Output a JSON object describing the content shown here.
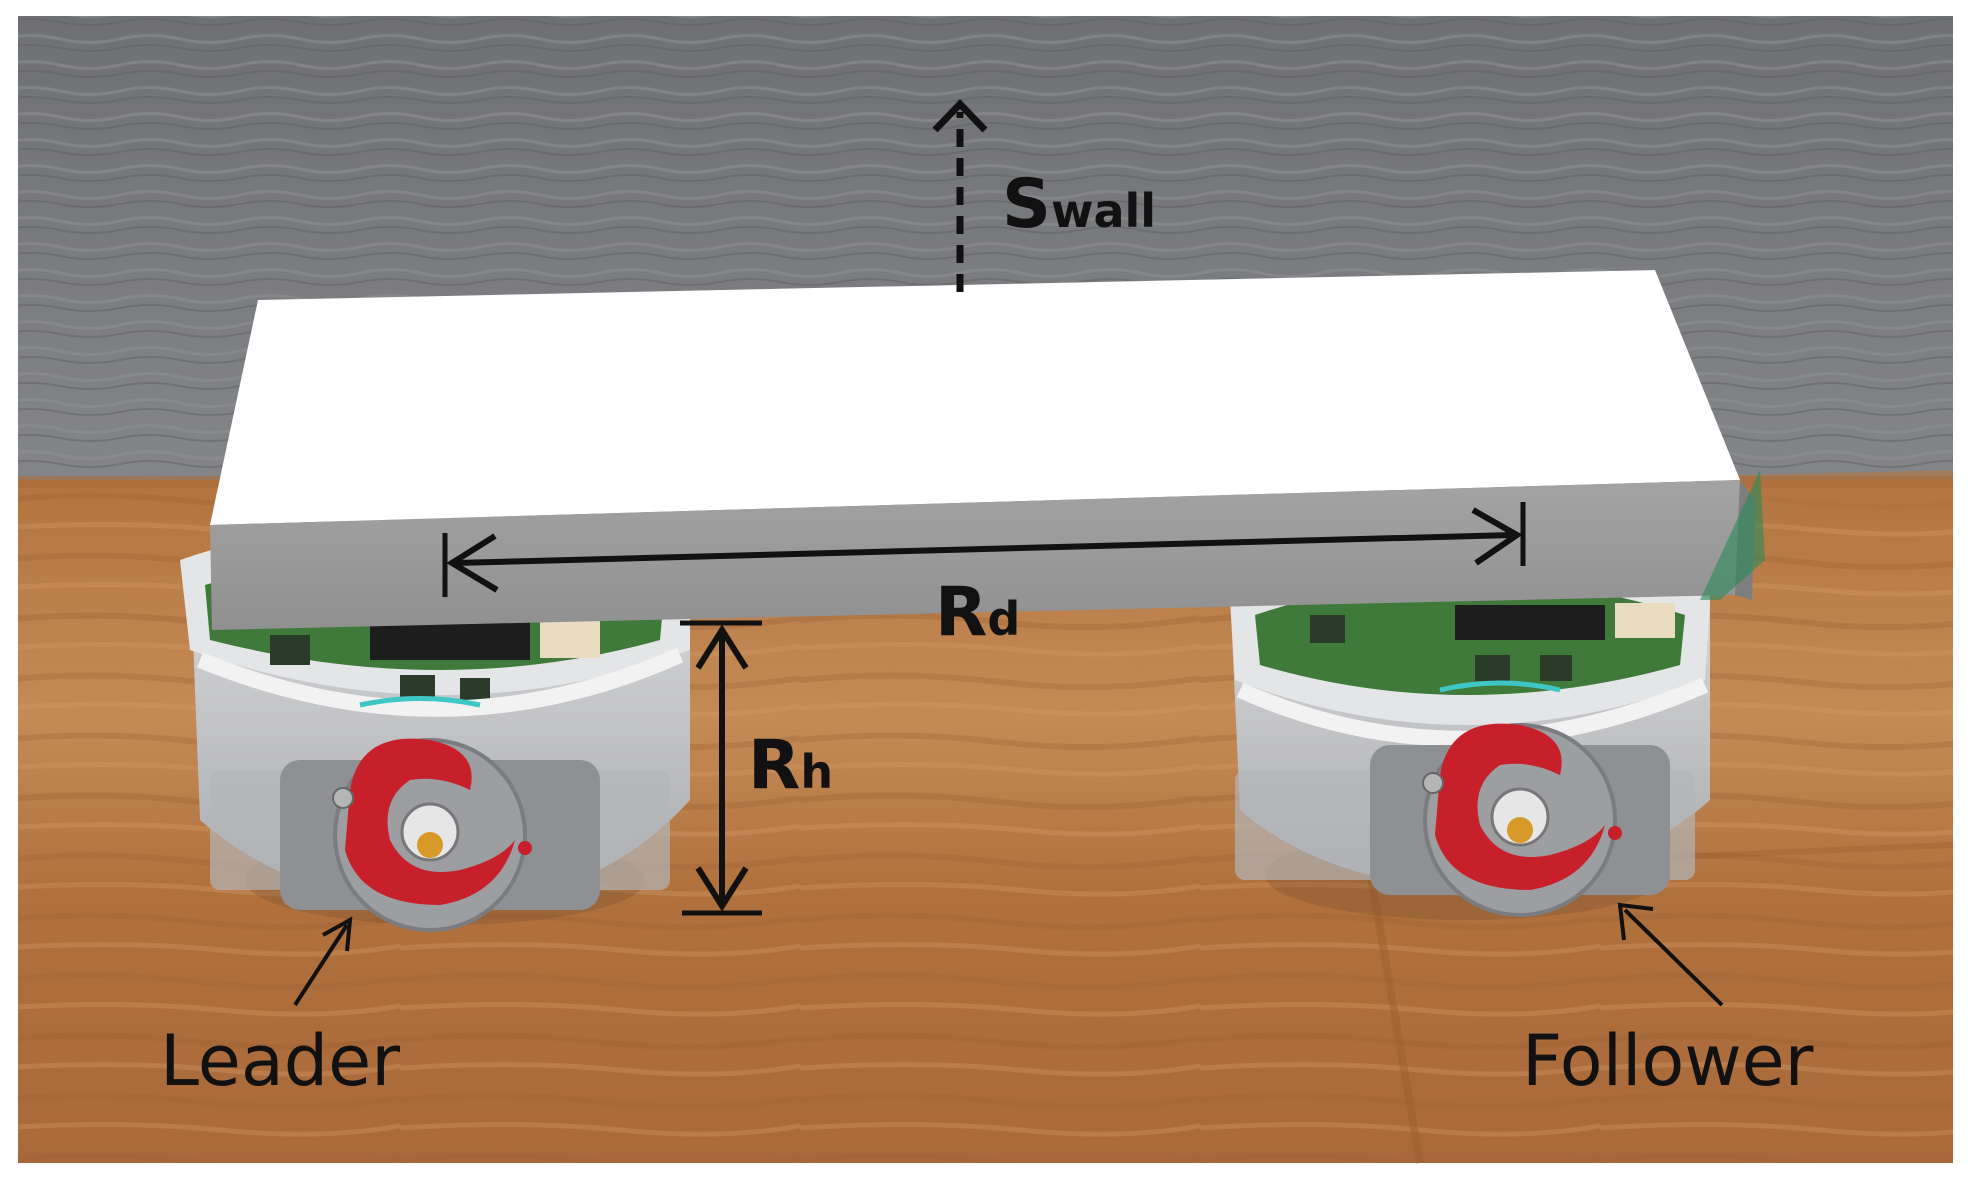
{
  "labels": {
    "leader": "Leader",
    "follower": "Follower",
    "wall_symbol": "S",
    "wall_subscript": "wall",
    "distance_symbol": "R",
    "distance_subscript": "d",
    "height_symbol": "R",
    "height_subscript": "h"
  },
  "colors": {
    "wall": "#77787b",
    "floor": "#b87a45",
    "box_top": "#ffffff",
    "box_front": "#9c9c9c",
    "robot_body": "#c9cacc",
    "pcb": "#3f7a3a",
    "wheel_red": "#c8202a",
    "annotation": "#111111"
  },
  "icons": {
    "direction_arrow": "dashed-up-arrow-icon",
    "dimension_arrows": "double-headed-arrow-icon",
    "pointer_arrows": "pointer-arrow-icon"
  }
}
